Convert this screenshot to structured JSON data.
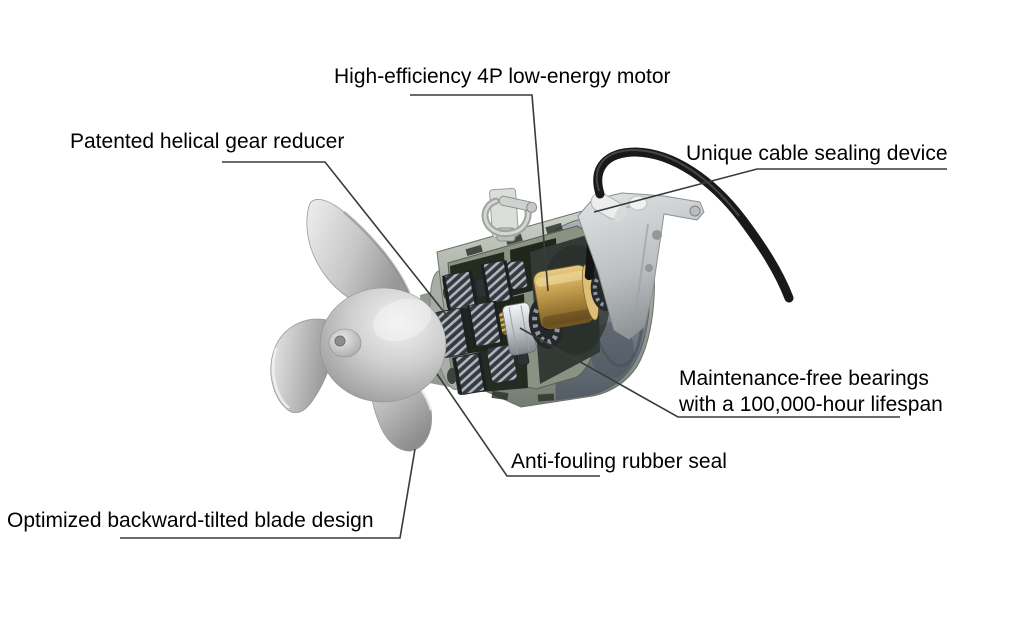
{
  "figure": {
    "kind": "annotated-product-diagram",
    "subject": "Submersible mixer cutaway with feature callouts",
    "background_color": "#ffffff",
    "annotation_line_color": "#3a3a3a",
    "text_color": "#000000"
  },
  "labels": {
    "motor": "High-efficiency 4P low-energy motor",
    "gear_reducer": "Patented helical gear reducer",
    "cable_seal": "Unique cable sealing device",
    "bearings_line1": "Maintenance-free bearings",
    "bearings_line2": "with a 100,000-hour lifespan",
    "rubber_seal": "Anti-fouling rubber seal",
    "blade_design": "Optimized backward-tilted blade design"
  },
  "parts": {
    "propeller": "three-blade backward-tilted propeller",
    "hub": "propeller hub",
    "gearbox": "helical gear train",
    "motor_core": "brass motor core",
    "coupling": "silver coupling and bearings",
    "housing": "rear motor housing",
    "bracket": "mounting bracket",
    "shackle": "lifting shackle",
    "cable_gland": "cable sealing gland",
    "cable": "power cable"
  },
  "colors": {
    "propeller_steel": "#cfcfcf",
    "casing": "#a4aaa0",
    "cavity": "#8a9383",
    "pocket_dark": "#242b20",
    "gear_steel": "#343a3f",
    "gear_highlight": "#aeb5bc",
    "motor_brass": "#c8a253",
    "housing_gray": "#7d8590",
    "bracket_alloy": "#bcc0c2",
    "cable_black": "#191919"
  }
}
